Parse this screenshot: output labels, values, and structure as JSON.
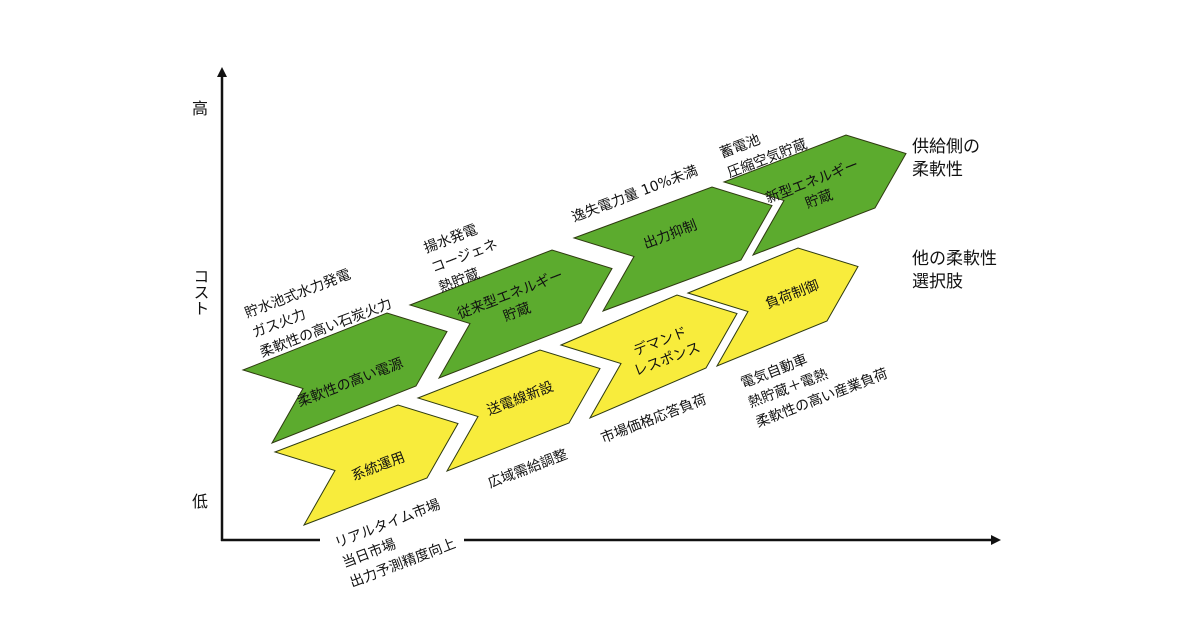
{
  "axis": {
    "y_high": "高",
    "y_mid": "コスト",
    "y_low": "低"
  },
  "colors": {
    "supply": "#5cab2e",
    "other": "#f8ec3c",
    "outline": "#2e3a10"
  },
  "supply_side": {
    "legend": [
      "供給側の",
      "柔軟性"
    ],
    "chevrons": [
      {
        "lines": [
          "柔軟性の高い電源"
        ],
        "note": [
          "貯水池式水力発電",
          "ガス火力",
          "柔軟性の高い石炭火力"
        ]
      },
      {
        "lines": [
          "従来型エネルギー",
          "貯蔵"
        ],
        "note": [
          "揚水発電",
          "コージェネ",
          "熱貯蔵"
        ]
      },
      {
        "lines": [
          "出力抑制"
        ],
        "note": [
          "逸失電力量 10%未満"
        ]
      },
      {
        "lines": [
          "新型エネルギー",
          "貯蔵"
        ],
        "note": [
          "蓄電池",
          "圧縮空気貯蔵"
        ]
      }
    ]
  },
  "other_options": {
    "legend": [
      "他の柔軟性",
      "選択肢"
    ],
    "chevrons": [
      {
        "lines": [
          "系統運用"
        ],
        "note": [
          "リアルタイム市場",
          "当日市場",
          "出力予測精度向上"
        ]
      },
      {
        "lines": [
          "送電線新設"
        ],
        "note": [
          "広域需給調整"
        ]
      },
      {
        "lines": [
          "デマンド",
          "レスポンス"
        ],
        "note": [
          "市場価格応答負荷"
        ]
      },
      {
        "lines": [
          "負荷制御"
        ],
        "note": [
          "電気自動車",
          "熱貯蔵＋電熱",
          "柔軟性の高い産業負荷"
        ]
      }
    ]
  }
}
